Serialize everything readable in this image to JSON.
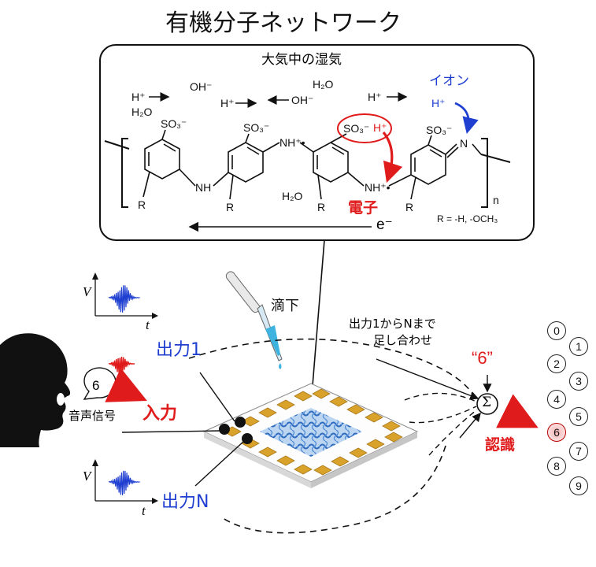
{
  "title": "有機分子ネットワーク",
  "box": {
    "heading": "大気中の湿気",
    "ion_label": "イオン",
    "electron_label": "電子",
    "electron_symbol": "e⁻",
    "r_group": "R = -H, -OCH₃",
    "subscript_n": "n",
    "species": {
      "h_plus": "H⁺",
      "h2o": "H₂O",
      "oh_minus": "OH⁻",
      "so3_minus": "SO₃⁻",
      "nh": "NH",
      "nh_radical": "NH⁺•",
      "n": "N",
      "r": "R"
    }
  },
  "labels": {
    "drop": "滴下",
    "output1": "出力1",
    "outputN": "出力N",
    "input": "入力",
    "voice_signal": "音声信号",
    "sum_note_line1": "出力1からNまで",
    "sum_note_line2": "足し合わせ",
    "quote6": "“6”",
    "sigma": "Σ",
    "recognition": "認識",
    "speech_bubble": "6",
    "axis_v": "V",
    "axis_t": "t"
  },
  "digits": [
    "0",
    "1",
    "2",
    "3",
    "4",
    "5",
    "6",
    "7",
    "8",
    "9"
  ],
  "recognized_digit": "6",
  "colors": {
    "blue": "#1f3fd1",
    "red": "#e01b1b",
    "gold": "#d9a22a",
    "network": "#3a78c8"
  }
}
